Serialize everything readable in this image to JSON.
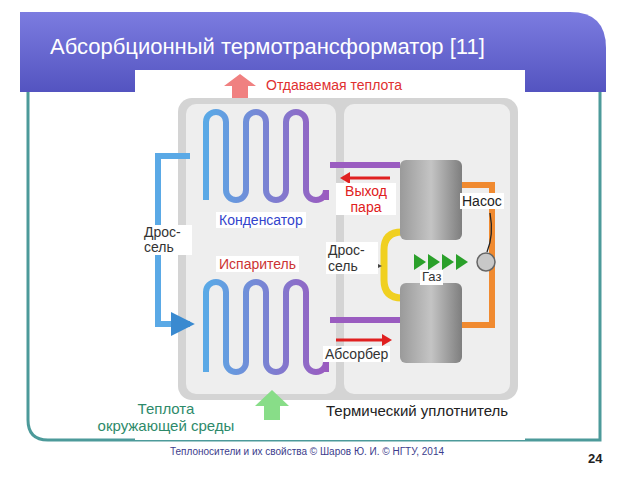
{
  "diagram": {
    "title": "Абсорбционный термотрансформатор [11]",
    "nodes": [
      {
        "text": [
          "Конденсатор"
        ]
      },
      {
        "text": [
          "Испаритель"
        ]
      }
    ],
    "edges": [
      {
        "from": 0,
        "to": 1,
        "arrow": "to",
        "label": "Дрос-сель"
      }
    ],
    "labels": [
      "Отдаваемая теплота",
      "Выход пара",
      "Насос",
      "Дрос-сель",
      "Газ",
      "Абсорбер",
      "Теплота окружающей среды",
      "Термический уплотнитель",
      "Теплоносители и их свойства © Шаров Ю. И. © НГТУ, 2014",
      "24"
    ]
  }
}
